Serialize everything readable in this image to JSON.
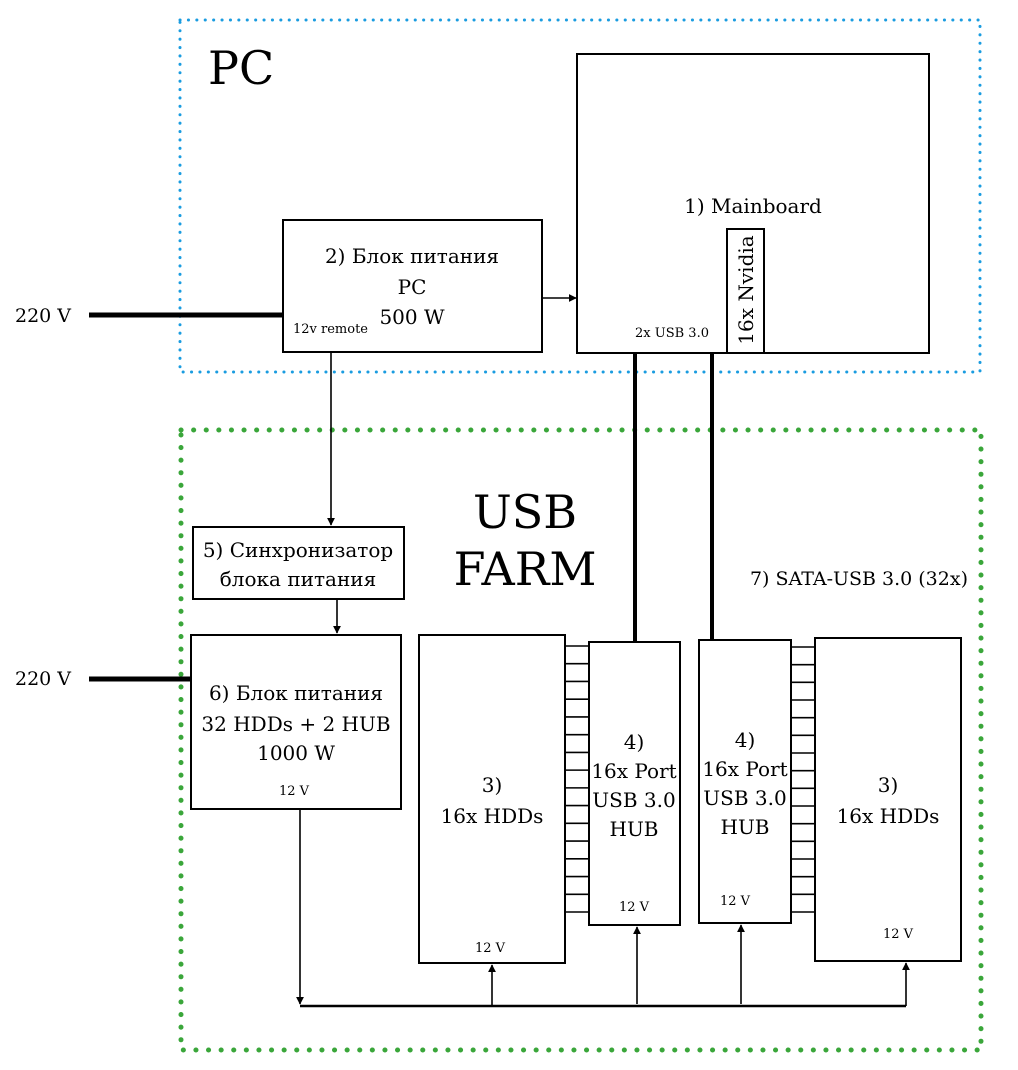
{
  "title": "USB Farm power and data wiring diagram",
  "colors": {
    "pc_border": "#1a9ce0",
    "farm_border": "#3aa63a",
    "line": "#000000"
  },
  "groups": {
    "pc": {
      "label": "PC"
    },
    "farm": {
      "label_line1": "USB",
      "label_line2": "FARM"
    }
  },
  "inputs": {
    "mains_pc": "220 V",
    "mains_farm": "220 V"
  },
  "blocks": {
    "mainboard": {
      "label": "1) Mainboard",
      "usb_ports": "2x USB 3.0",
      "gpu": "16x Nvidia"
    },
    "psu_pc": {
      "line1": "2) Блок питания",
      "line2": "PC",
      "line3": "500 W",
      "remote": "12v remote"
    },
    "hdd_left": {
      "line1": "3)",
      "line2": "16x HDDs",
      "power": "12 V"
    },
    "hdd_right": {
      "line1": "3)",
      "line2": "16x HDDs",
      "power": "12 V"
    },
    "hub_left": {
      "line1": "4)",
      "line2": "16x Port",
      "line3": "USB 3.0",
      "line4": "HUB",
      "power": "12 V"
    },
    "hub_right": {
      "line1": "4)",
      "line2": "16x Port",
      "line3": "USB 3.0",
      "line4": "HUB",
      "power": "12 V"
    },
    "sync": {
      "line1": "5) Синхронизатор",
      "line2": "блока питания"
    },
    "psu_farm": {
      "line1": "6) Блок питания",
      "line2": "32 HDDs + 2 HUB",
      "line3": "1000 W",
      "power": "12 V"
    },
    "sata_usb": {
      "label": "7) SATA-USB 3.0 (32x)",
      "count_per_side": 16
    }
  }
}
